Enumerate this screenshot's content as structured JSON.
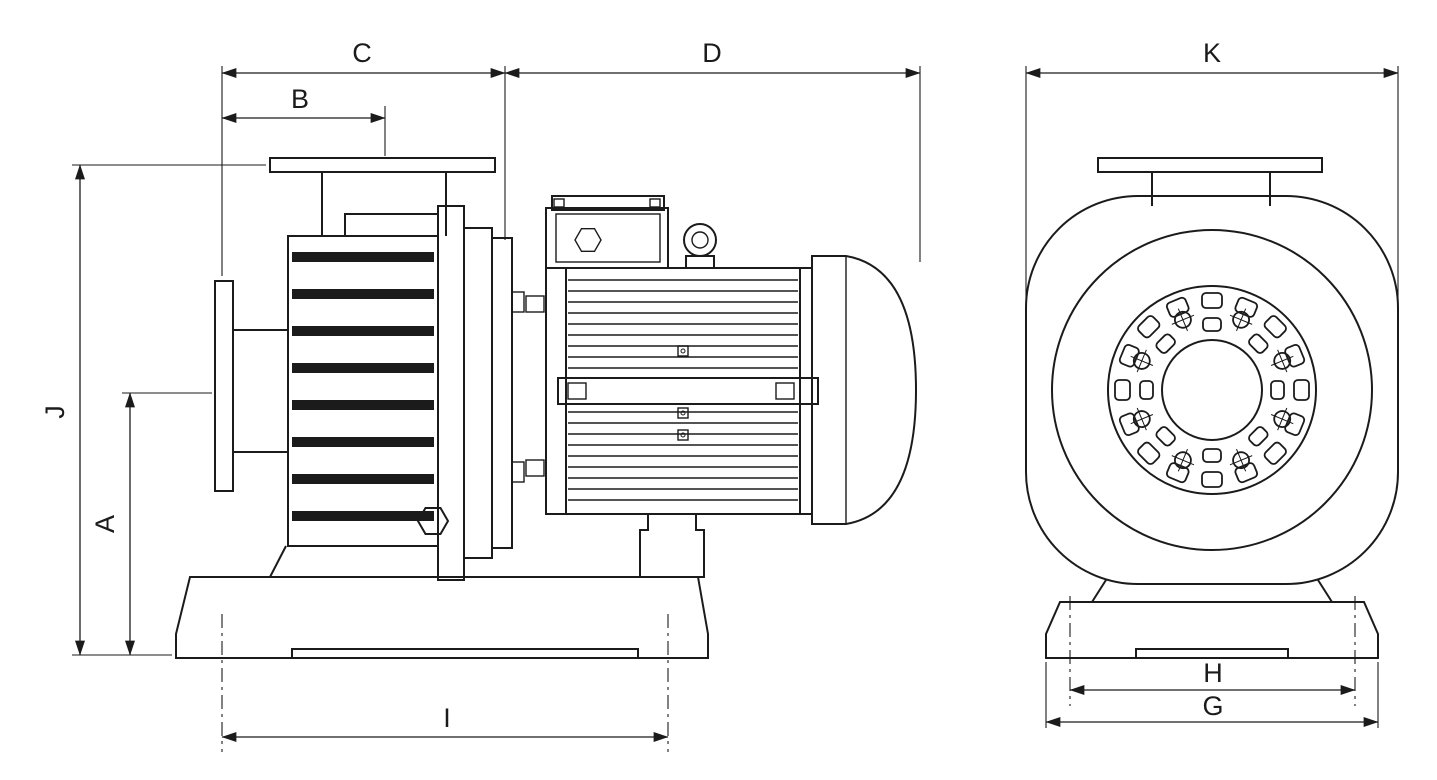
{
  "dims": {
    "A": "A",
    "B": "B",
    "C": "C",
    "D": "D",
    "G": "G",
    "H": "H",
    "I": "I",
    "J": "J",
    "K": "K"
  },
  "colors": {
    "line": "#1b1b1b",
    "background": "#ffffff"
  }
}
